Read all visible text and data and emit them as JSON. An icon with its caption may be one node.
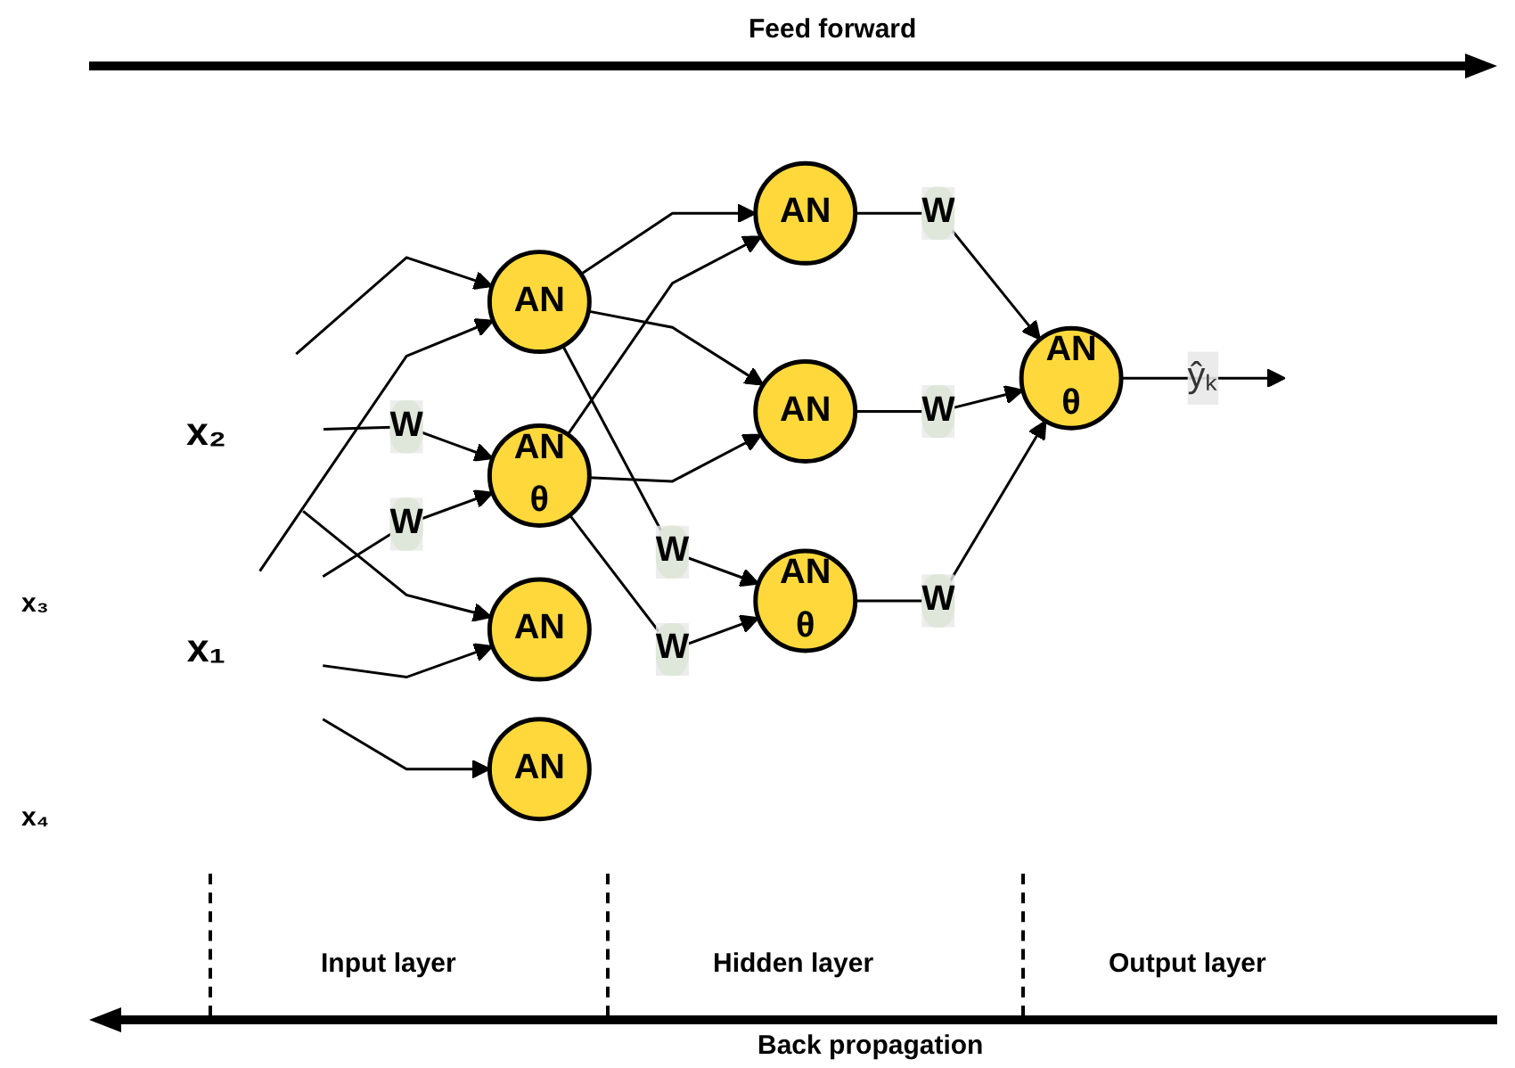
{
  "diagram": {
    "nodes": [
      {
        "text": [
          "x₁"
        ]
      },
      {
        "text": [
          "x₂"
        ]
      },
      {
        "text": [
          "AN",
          "θ"
        ]
      },
      {
        "text": [
          "AN"
        ]
      },
      {
        "text": [
          "AN"
        ]
      },
      {
        "text": [
          "AN"
        ]
      },
      {
        "text": [
          "AN",
          "θ"
        ]
      },
      {
        "text": [
          "AN"
        ]
      },
      {
        "text": [
          "AN"
        ]
      },
      {
        "text": [
          "AN",
          "θ"
        ]
      }
    ],
    "edges": [
      {
        "from": 0,
        "to": 2,
        "arrow": "to",
        "label": "W"
      },
      {
        "from": 0,
        "to": 3,
        "arrow": "to"
      },
      {
        "from": 0,
        "to": 4,
        "arrow": "to"
      },
      {
        "from": 0,
        "to": 5,
        "arrow": "to"
      },
      {
        "from": 1,
        "to": 2,
        "arrow": "to",
        "label": "W"
      },
      {
        "from": 1,
        "to": 3,
        "arrow": "to"
      },
      {
        "from": 1,
        "to": 4,
        "arrow": "to"
      },
      {
        "from": 2,
        "to": 6,
        "arrow": "to",
        "label": "W"
      },
      {
        "from": 2,
        "to": 7,
        "arrow": "to"
      },
      {
        "from": 2,
        "to": 8,
        "arrow": "to"
      },
      {
        "from": 3,
        "to": 6,
        "arrow": "to",
        "label": "W"
      },
      {
        "from": 3,
        "to": 7,
        "arrow": "to"
      },
      {
        "from": 3,
        "to": 8,
        "arrow": "to"
      },
      {
        "from": 6,
        "to": 9,
        "arrow": "to",
        "label": "W"
      },
      {
        "from": 7,
        "to": 9,
        "arrow": "to",
        "label": "W"
      },
      {
        "from": 8,
        "to": 9,
        "arrow": "to",
        "label": "W"
      },
      {
        "from": 9,
        "to": null,
        "arrow": "to",
        "label": "ŷₖ"
      }
    ],
    "labels": [
      "Feed forward",
      "x₃",
      "x₄",
      "Input layer",
      "Hidden layer",
      "Output layer",
      "Back propagation"
    ]
  }
}
